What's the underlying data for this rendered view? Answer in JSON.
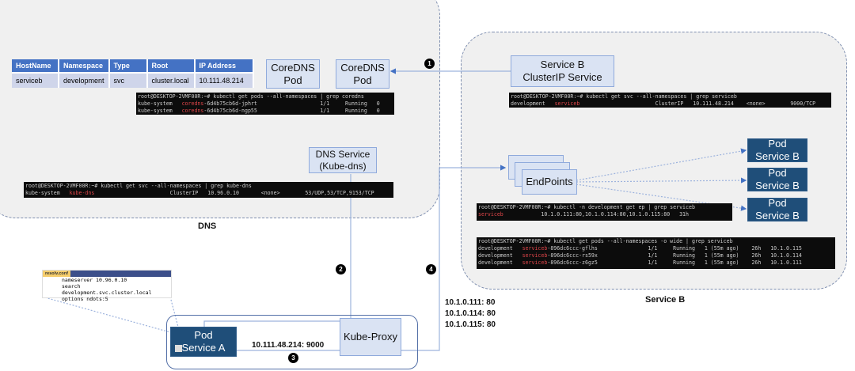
{
  "regions": {
    "dns": "DNS",
    "serviceb": "Service B"
  },
  "table": {
    "headers": [
      "HostName",
      "Namespace",
      "Type",
      "Root",
      "IP Address"
    ],
    "row": [
      "serviceb",
      "development",
      "svc",
      "cluster.local",
      "10.111.48.214"
    ]
  },
  "boxes": {
    "coredns1": "CoreDNS Pod",
    "coredns2": "CoreDNS Pod",
    "svcb_line1": "Service B",
    "svcb_line2": "ClusterIP Service",
    "dns_line1": "DNS Service",
    "dns_line2": "(Kube-dns)",
    "endpoints": "EndPoints",
    "podb_line1": "Pod",
    "podb_line2": "Service B",
    "poda_line1": "Pod",
    "poda_line2": "Service A",
    "kubeproxy": "Kube-Proxy"
  },
  "badges": [
    "1",
    "2",
    "3",
    "4"
  ],
  "labels": {
    "clusterip": "10.111.48.214: 9000",
    "ep1": "10.1.0.111: 80",
    "ep2": "10.1.0.114: 80",
    "ep3": "10.1.0.115: 80"
  },
  "terminals": {
    "coredns": {
      "cmd": "root@DESKTOP-2VMF00R:~# kubectl get pods --all-namespaces | grep coredns",
      "rows": [
        {
          "pre": "kube-system   ",
          "name": "coredns",
          "post": "-6d4b75cb6d-jphrt                    1/1     Running   0"
        },
        {
          "pre": "kube-system   ",
          "name": "coredns",
          "post": "-6d4b75cb6d-ngp55                    1/1     Running   0"
        }
      ]
    },
    "kubedns": {
      "cmd": "root@DESKTOP-2VMF00R:~# kubectl get svc --all-namespaces | grep kube-dns",
      "rows": [
        {
          "pre": "kube-system   ",
          "name": "kube-dns",
          "post": "                        ClusterIP   10.96.0.10       <none>        53/UDP,53/TCP,9153/TCP"
        }
      ]
    },
    "svcb": {
      "cmd": "root@DESKTOP-2VMF00R:~# kubectl get svc --all-namespaces | grep serviceb",
      "rows": [
        {
          "pre": "development   ",
          "name": "serviceb",
          "post": "                        ClusterIP   10.111.48.214    <none>        9000/TCP"
        }
      ]
    },
    "ep": {
      "cmd": "root@DESKTOP-2VMF00R:~# kubectl -n development get ep | grep serviceb",
      "rows": [
        {
          "pre": "",
          "name": "serviceb",
          "post": "            10.1.0.111:80,10.1.0.114:80,10.1.0.115:80   31h"
        }
      ]
    },
    "pods": {
      "cmd": "root@DESKTOP-2VMF00R:~# kubectl get pods --all-namespaces -o wide | grep serviceb",
      "rows": [
        {
          "pre": "development   ",
          "name": "serviceb",
          "post": "-896dc6ccc-gflhs                1/1     Running   1 (55m ago)    26h   10.1.0.115"
        },
        {
          "pre": "development   ",
          "name": "serviceb",
          "post": "-896dc6ccc-rs59x                1/1     Running   1 (55m ago)    26h   10.1.0.114"
        },
        {
          "pre": "development   ",
          "name": "serviceb",
          "post": "-896dc6ccc-z6gz5                1/1     Running   1 (55m ago)    26h   10.1.0.111"
        }
      ]
    }
  },
  "resolv": {
    "tab": "resolv.conf",
    "lines": [
      "nameserver 10.96.0.10",
      "search development.svc.cluster.local",
      "options ndots:5"
    ]
  }
}
